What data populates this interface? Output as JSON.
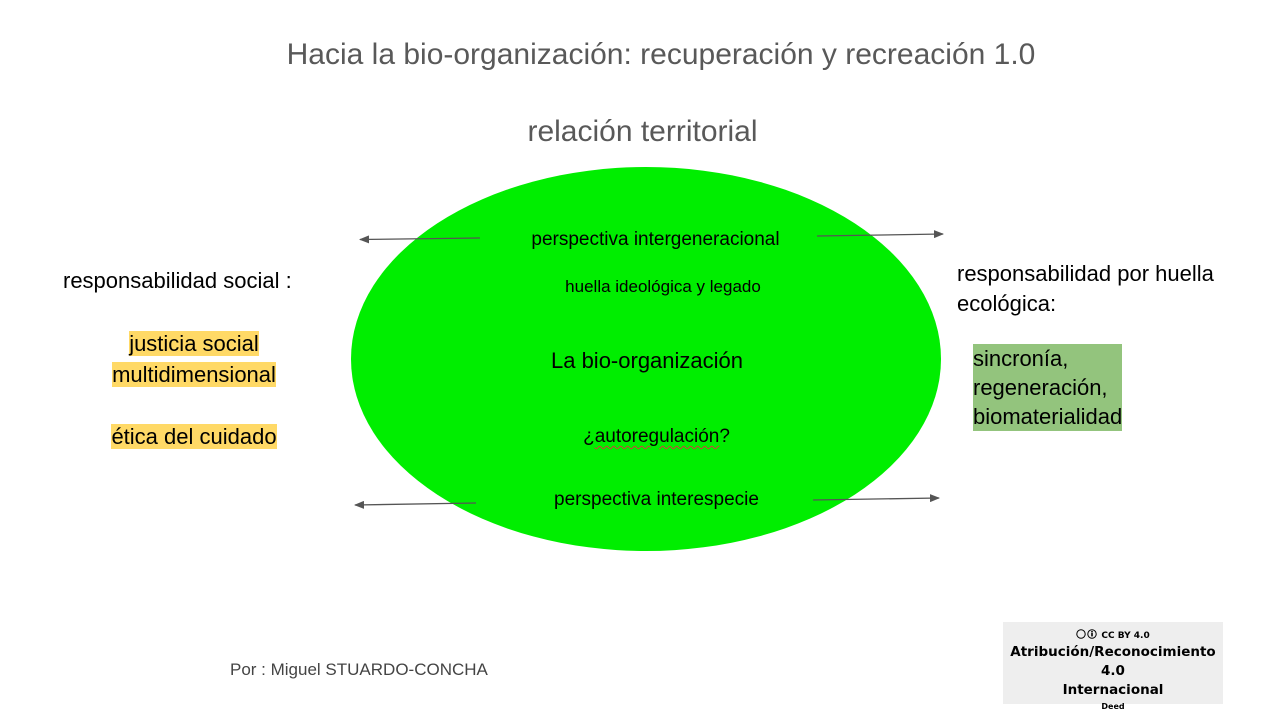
{
  "title": "Hacia la bio-organización: recuperación y recreación 1.0",
  "subtitle": "relación territorial",
  "ellipse": {
    "color": "#00ee00",
    "top_text": "perspectiva intergeneracional",
    "second_text": "huella ideológica y legado",
    "center_text": "La bio-organización",
    "question_prefix": "¿",
    "question_word": "autoregulación",
    "question_suffix": "?",
    "bottom_text": "perspectiva interespecie"
  },
  "left": {
    "heading": "responsabilidad social :",
    "items": [
      "justicia social",
      "multidimensional",
      "ética del cuidado"
    ],
    "highlight_color": "#ffd966"
  },
  "right": {
    "heading": "responsabilidad por huella ecológica:",
    "items": [
      "sincronía,",
      "regeneración,",
      "biomaterialidad"
    ],
    "highlight_color": "#93c47d"
  },
  "author": "Por : Miguel STUARDO-CONCHA",
  "license": {
    "badge": "CC BY 4.0",
    "name_line1": "Atribución/Reconocimiento 4.0",
    "name_line2": "Internacional",
    "deed": "Deed"
  }
}
